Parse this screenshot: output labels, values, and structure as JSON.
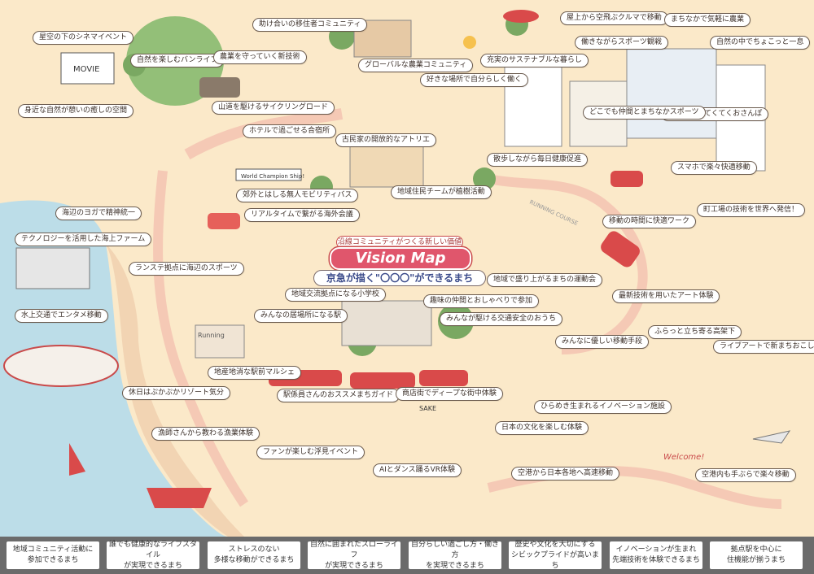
{
  "title": {
    "banner": "沿線コミュニティがつくる新しい価値",
    "logo": "Vision Map",
    "subtitle": "京急が描く\"〇〇〇\"ができるまち"
  },
  "signs": {
    "movie": "MOVIE",
    "world_champion": "World Champion Ship!",
    "running": "Running",
    "welcome": "Welcome!",
    "sake": "SAKE",
    "running_course": "RUNNING COURSE"
  },
  "bubbles": [
    "星空の下のシネマイベント",
    "自然を楽しむバンライフ",
    "身近な自然が憩いの癒しの空間",
    "山道を駆けるサイクリングロード",
    "ホテルで過ごせる合宿所",
    "郊外とはしる無人モビリティバス",
    "リアルタイムで繋がる海外会議",
    "海辺のヨガで精神統一",
    "テクノロジーを活用した海上ファーム",
    "ランステ拠点に海辺のスポーツ",
    "水上交通でエンタメ移動",
    "休日はぷかぷかリゾート気分",
    "漁師さんから教わる漁業体験",
    "助け合いの移住者コミュニティ",
    "農業を守っていく新技術",
    "グローバルな農業コミュニティ",
    "好きな場所で自分らしく働く",
    "充実のサステナブルな暮らし",
    "古民家の開放的なアトリエ",
    "地域住民チームが植樹活動",
    "地域交流拠点になる小学校",
    "みんなの居場所になる駅",
    "地産地消な駅前マルシェ",
    "駅係員さんのおススメまちガイド",
    "商店街でディープな街中体験",
    "ファンが楽しむ浮見イベント",
    "みんなが駆ける交通安全のおうち",
    "AIとダンス踊るVR体験",
    "趣味の仲間とおしゃべりで参加",
    "地域で盛り上がるまちの運動会",
    "みんなに優しい移動手段",
    "最新技術を用いたアート体験",
    "ひらめき生まれるイノベーション施設",
    "日本の文化を楽しむ体験",
    "空港から日本各地へ高速移動",
    "空港内も手ぶらで楽々移動",
    "ふらっと立ち寄る高架下",
    "ライブアートで新まちおこし",
    "移動の時間に快適ワーク",
    "町工場の技術を世界へ発信！",
    "スマホで楽々快適移動",
    "毎朝駅までてくてくおさんぽ",
    "散歩しながら毎日健康促進",
    "どこでも仲間とまちなかスポーツ",
    "働きながらスポーツ観戦",
    "屋上から空飛ぶクルマで移動",
    "まちなかで気軽に農業",
    "自然の中でちょこっと一息"
  ],
  "footer_themes": [
    [
      "地域コミュニティ活動に",
      "参加できるまち"
    ],
    [
      "誰でも健康的なライフスタイル",
      "が実現できるまち"
    ],
    [
      "ストレスのない",
      "多様な移動ができるまち"
    ],
    [
      "自然に囲まれたスローライフ",
      "が実現できるまち"
    ],
    [
      "自分らしい過ごし方・働き方",
      "を実現できるまち"
    ],
    [
      "歴史や文化を大切にする",
      "シビックプライドが高いまち"
    ],
    [
      "イノベーションが生まれ",
      "先端技術を体験できるまち"
    ],
    [
      "拠点駅を中心に",
      "住機能が揃うまち"
    ]
  ],
  "colors": {
    "land": "#fbe9c9",
    "sea": "#bcdde8",
    "beach": "#f2d4b3",
    "road": "#f5c9b5",
    "green": "#93bf78",
    "train": "#d94a4a",
    "footer": "#6b6b6b"
  }
}
